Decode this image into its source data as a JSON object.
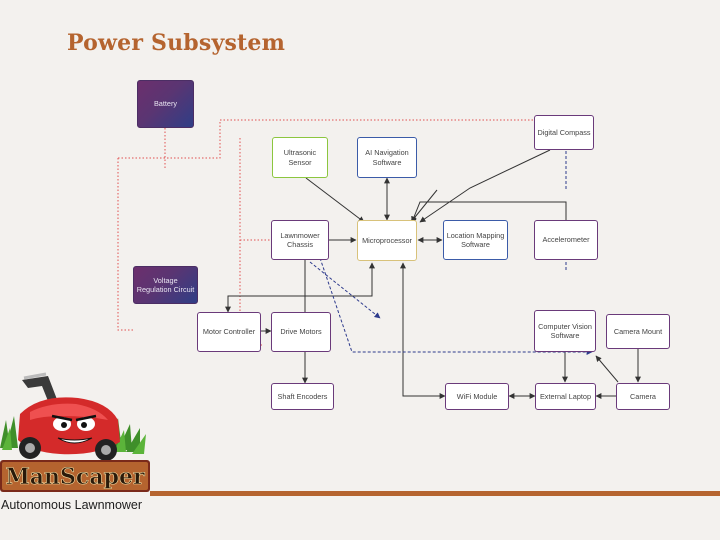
{
  "slide": {
    "title": "Power Subsystem"
  },
  "nodes": {
    "battery": "Battery",
    "voltage_regulation": "Voltage Regulation Circuit",
    "ultrasonic_sensor": "Ultrasonic Sensor",
    "ai_navigation": "AI Navigation Software",
    "digital_compass": "Digital Compass",
    "lawnmower_chassis": "Lawnmower Chassis",
    "microprocessor": "Microprocessor",
    "location_mapping": "Location Mapping Software",
    "accelerometer": "Accelerometer",
    "motor_controller": "Motor Controller",
    "drive_motors": "Drive Motors",
    "computer_vision": "Computer Vision Software",
    "camera_mount": "Camera Mount",
    "shaft_encoders": "Shaft Encoders",
    "wifi_module": "WiFi Module",
    "external_laptop": "External Laptop",
    "camera": "Camera"
  },
  "logo": {
    "text": "ManScaper"
  },
  "footer": {
    "caption": "Autonomous Lawnmower"
  },
  "colors": {
    "title": "#b5642f",
    "power_line": "#e05050",
    "signal_line": "#333333",
    "data_line": "#2d3a8c"
  }
}
